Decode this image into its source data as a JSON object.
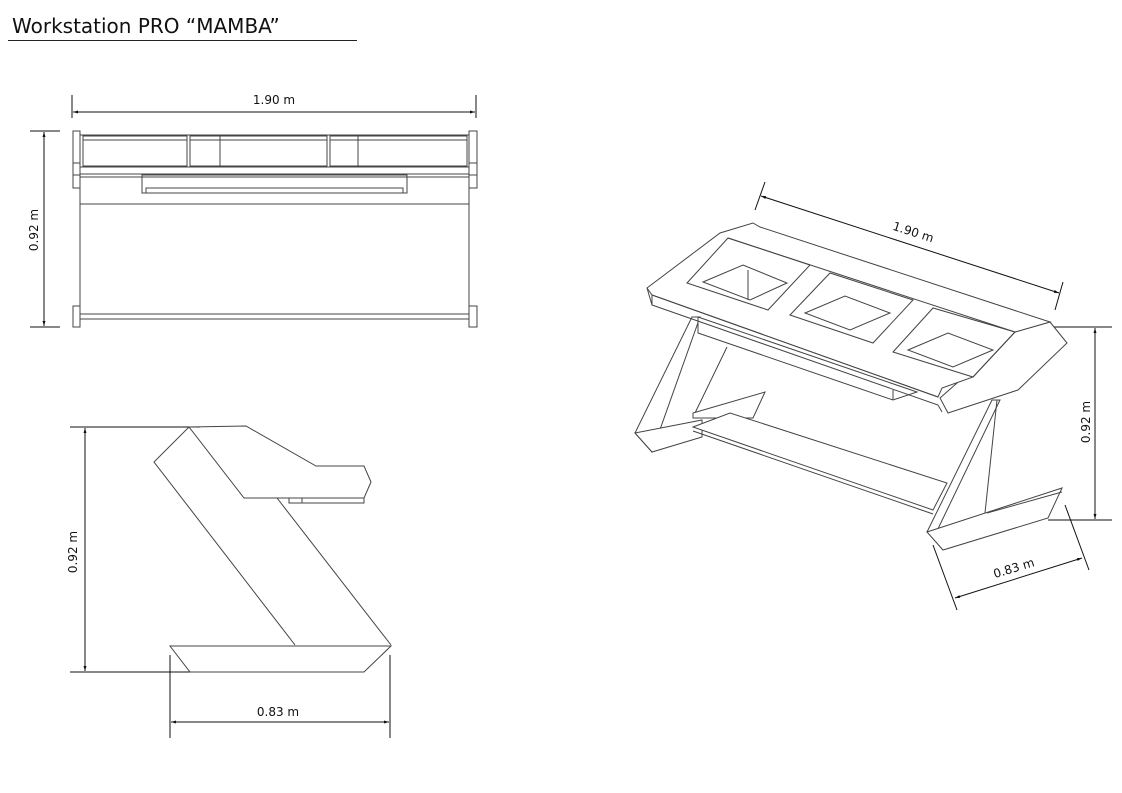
{
  "title": "Workstation PRO “MAMBA”",
  "views": {
    "front": {
      "width_label": "1.90 m",
      "height_label": "0.92 m"
    },
    "side": {
      "height_label": "0.92 m",
      "depth_label": "0.83 m"
    },
    "isometric": {
      "width_label": "1.90 m",
      "height_label": "0.92 m",
      "depth_label": "0.83 m"
    }
  },
  "colors": {
    "line": "#444444",
    "dimension": "#111111",
    "background": "#ffffff"
  }
}
